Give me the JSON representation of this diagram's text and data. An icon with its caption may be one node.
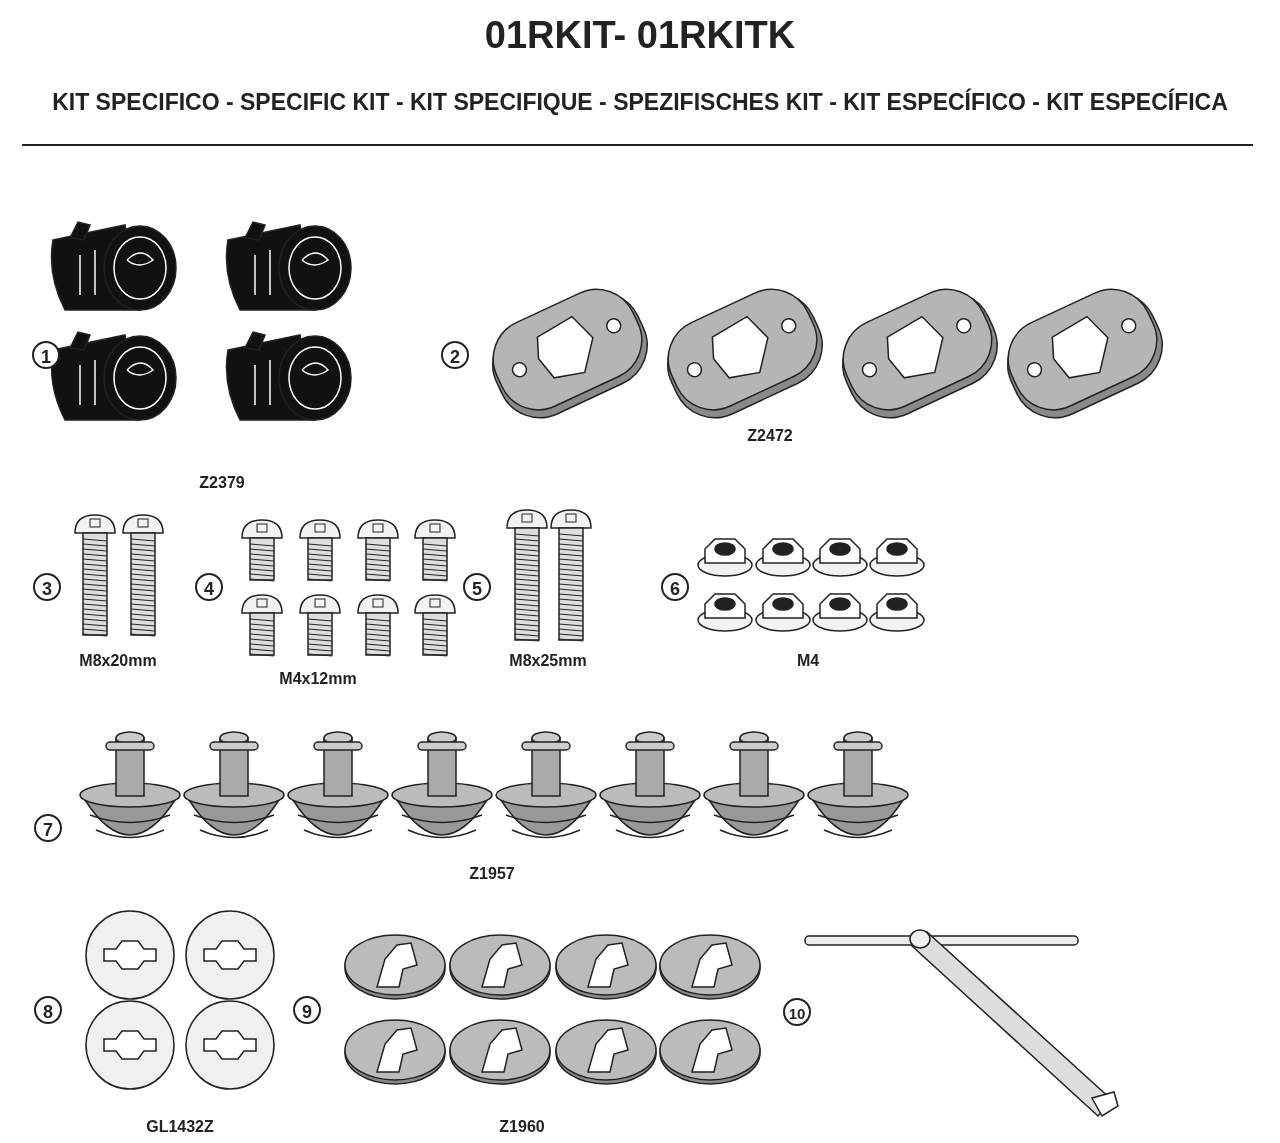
{
  "diagram": {
    "title": "01RKIT- 01RKITK",
    "labels": [
      "KIT SPECIFICO - SPECIFIC KIT - KIT SPECIFIQUE - SPEZIFISCHES KIT - KIT ESPECÍFICO - KIT ESPECÍFICA",
      "1",
      "2",
      "Z2472",
      "Z2379",
      "3",
      "4",
      "5",
      "6",
      "M8x20mm",
      "M8x25mm",
      "M4",
      "M4x12mm",
      "7",
      "Z1957",
      "8",
      "9",
      "10",
      "GL1432Z",
      "Z1960"
    ]
  }
}
